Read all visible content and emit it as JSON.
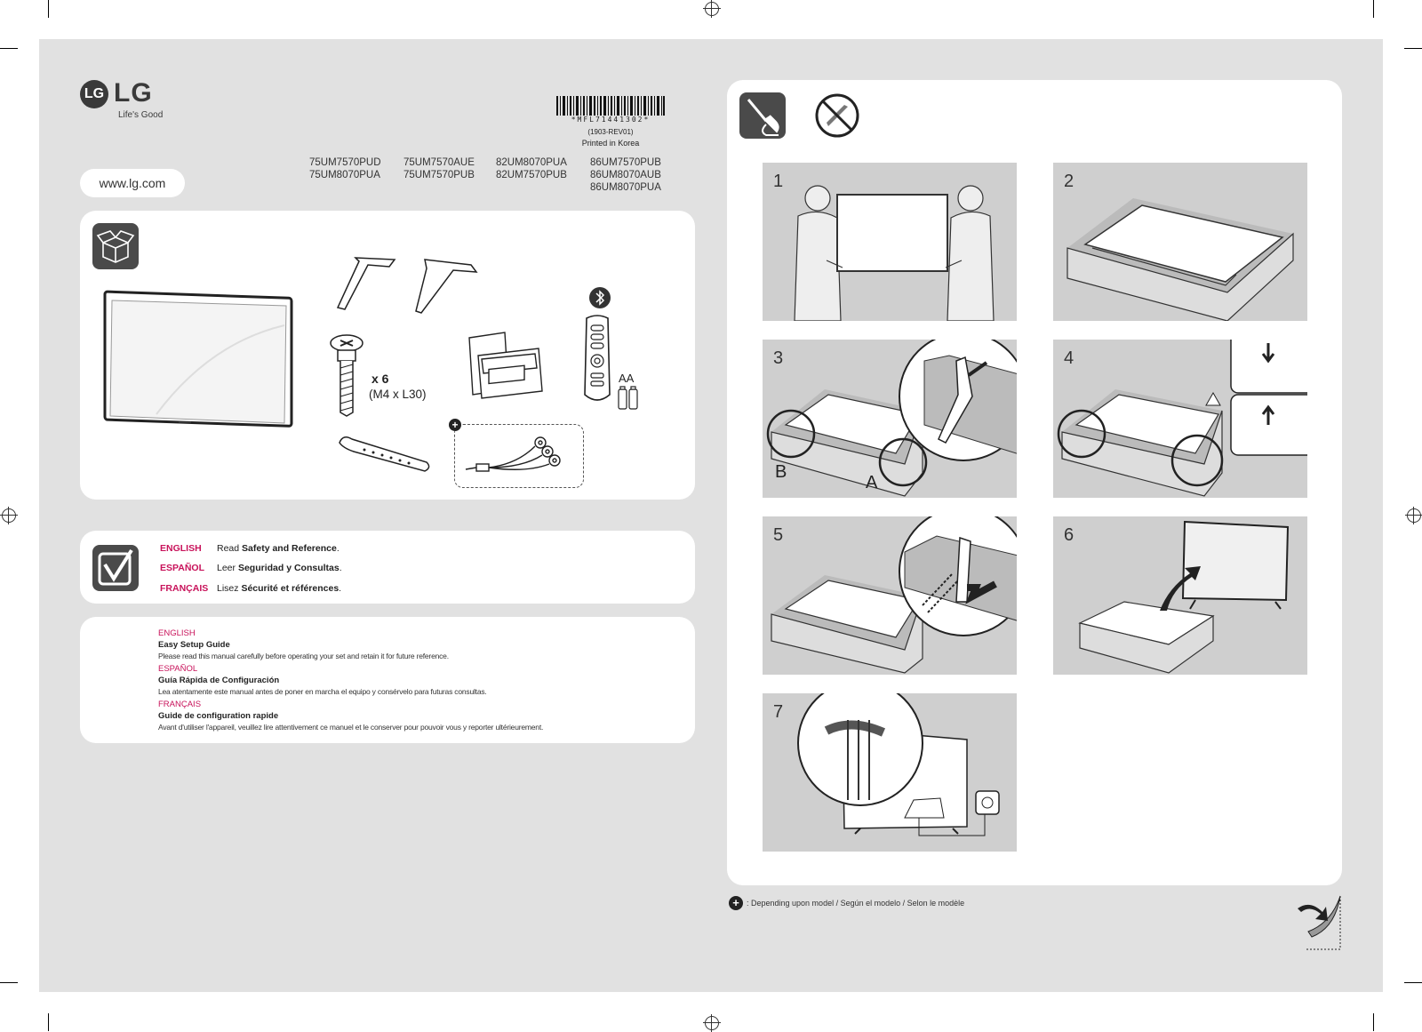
{
  "brand": {
    "logo_mark": "LG",
    "logo_text": "LG",
    "tagline": "Life's Good"
  },
  "website": "www.lg.com",
  "barcode": {
    "code": "*MFL71441302*",
    "revision": "(1903-REV01)",
    "printed": "Printed in Korea"
  },
  "models": [
    "75UM7570PUD",
    "75UM7570AUE",
    "82UM8070PUA",
    "86UM7570PUB",
    "75UM8070PUA",
    "75UM7570PUB",
    "82UM7570PUB",
    "86UM8070AUB",
    "",
    "",
    "",
    "86UM8070PUA"
  ],
  "accessories": {
    "screw_qty": "x 6",
    "screw_size": "(M4 x L30)",
    "battery": "AA"
  },
  "read_section": [
    {
      "lang": "ENGLISH",
      "prefix": "Read ",
      "doc": "Safety and Reference",
      "suffix": "."
    },
    {
      "lang": "ESPAÑOL",
      "prefix": "Leer ",
      "doc": "Seguridad y Consultas",
      "suffix": "."
    },
    {
      "lang": "FRANÇAIS",
      "prefix": "Lisez ",
      "doc": "Sécurité et références",
      "suffix": "."
    }
  ],
  "guide": [
    {
      "lang": "ENGLISH",
      "title": "Easy Setup Guide",
      "desc": "Please read this manual carefully before operating your set and retain it for future reference."
    },
    {
      "lang": "ESPAÑOL",
      "title": "Guía Rápida de Configuración",
      "desc": "Lea atentamente este manual antes de poner en marcha el equipo y consérvelo para futuras consultas."
    },
    {
      "lang": "FRANÇAIS",
      "title": "Guide de configuration rapide",
      "desc": "Avant d'utiliser l'appareil, veuillez lire attentivement ce manuel et le conserver pour pouvoir vous y reporter ultérieurement."
    }
  ],
  "steps": [
    {
      "num": "1"
    },
    {
      "num": "2"
    },
    {
      "num": "3",
      "label_b": "B",
      "label_a": "A"
    },
    {
      "num": "4"
    },
    {
      "num": "5"
    },
    {
      "num": "6"
    },
    {
      "num": "7"
    }
  ],
  "footnote": ": Depending upon model / Según el modelo / Selon le modèle",
  "footnote_icon": "+"
}
